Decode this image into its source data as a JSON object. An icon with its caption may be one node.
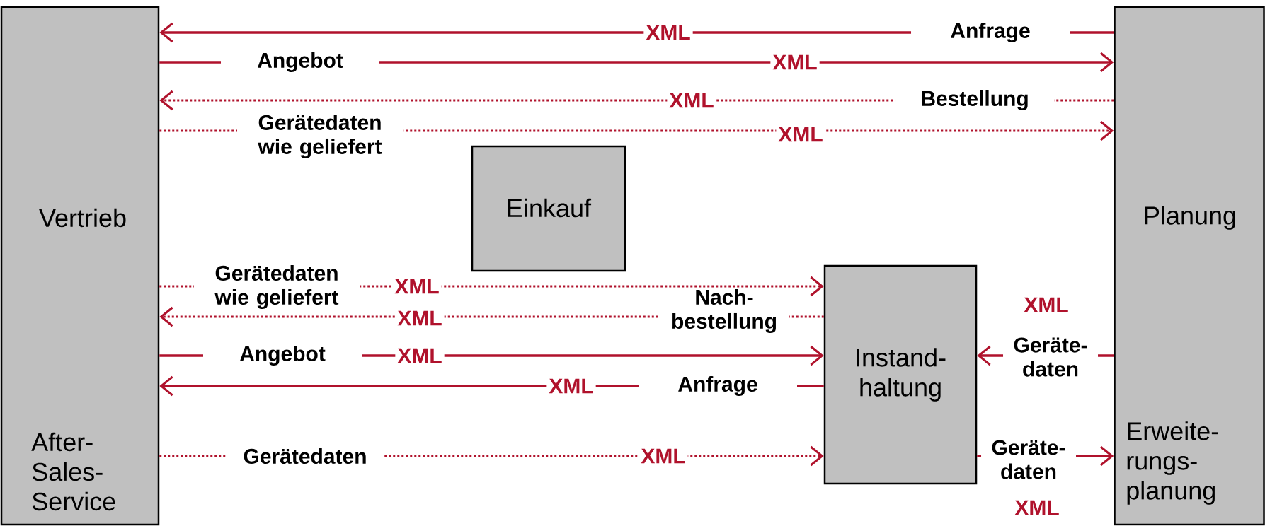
{
  "diagram": {
    "nodes": [
      {
        "text": [
          "Vertrieb",
          "After- Sales- Service"
        ]
      },
      {
        "text": [
          "Planung",
          "Erweite- rungs- planung"
        ]
      },
      {
        "text": [
          "Einkauf"
        ]
      },
      {
        "text": [
          "Instand- haltung"
        ]
      }
    ],
    "edges": [
      {
        "from": 1,
        "to": 0,
        "arrow": "to",
        "label": "Anfrage"
      },
      {
        "from": 0,
        "to": 1,
        "arrow": "to",
        "label": "Angebot"
      },
      {
        "from": 1,
        "to": 0,
        "arrow": "to",
        "label": "Bestellung",
        "style": "dashed"
      },
      {
        "from": 0,
        "to": 1,
        "arrow": "to",
        "label": "Gerätedaten wie geliefert",
        "style": "dashed"
      },
      {
        "from": 0,
        "to": 3,
        "arrow": "to",
        "label": "Gerätedaten wie geliefert",
        "style": "dashed"
      },
      {
        "from": 3,
        "to": 0,
        "arrow": "to",
        "label": "Nach- bestellung",
        "style": "dashed"
      },
      {
        "from": 0,
        "to": 3,
        "arrow": "to",
        "label": "Angebot"
      },
      {
        "from": 3,
        "to": 0,
        "arrow": "to",
        "label": "Anfrage"
      },
      {
        "from": 0,
        "to": 3,
        "arrow": "to",
        "label": "Gerätedaten",
        "style": "dashed"
      },
      {
        "from": 1,
        "to": 3,
        "arrow": "to",
        "label": "Geräte- daten"
      },
      {
        "from": 3,
        "to": 1,
        "arrow": "to",
        "label": "Geräte- daten"
      }
    ],
    "labels": [
      "XML",
      "XML",
      "XML",
      "XML",
      "XML",
      "XML",
      "XML",
      "XML",
      "XML",
      "XML",
      "XML"
    ]
  }
}
